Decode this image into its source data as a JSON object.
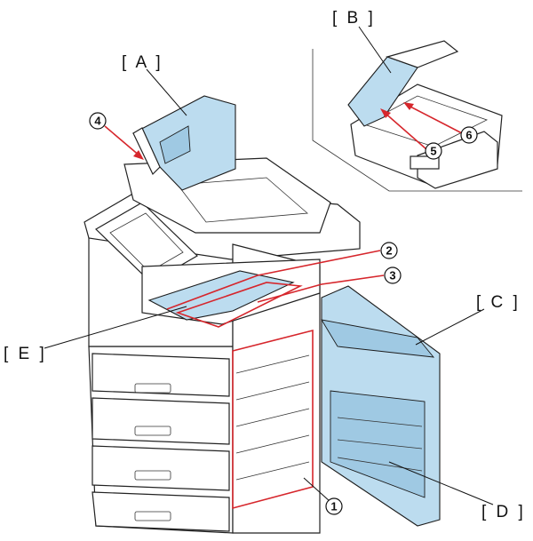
{
  "labels": {
    "A": "[ A ]",
    "B": "[ B ]",
    "C": "[ C ]",
    "D": "[ D ]",
    "E": "[ E ]"
  },
  "callouts": {
    "n1": "1",
    "n2": "2",
    "n3": "3",
    "n4": "4",
    "n5": "5",
    "n6": "6"
  },
  "colors": {
    "highlight_blue": "#bcdcef",
    "callout_red": "#d6262c"
  }
}
